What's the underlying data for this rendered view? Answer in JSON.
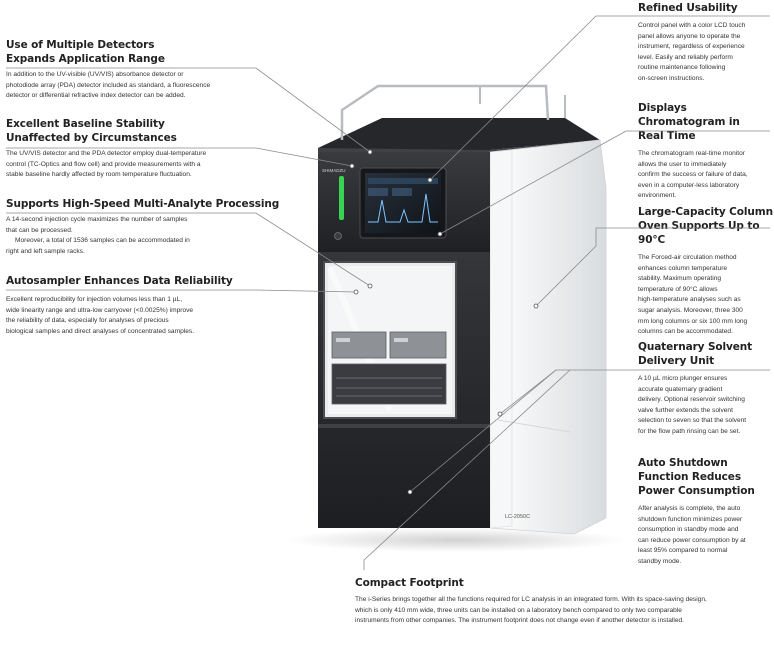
{
  "features": {
    "detectors": {
      "title": "Use of Multiple Detectors Expands Application Range",
      "lines": [
        "In addition to the UV-visible (UV/VIS) absorbance detector or",
        "photodiode array (PDA) detector included as standard, a fluorescence",
        "detector or differential refractive index detector can be added."
      ]
    },
    "baseline": {
      "title": "Excellent Baseline Stability Unaffected by Circumstances",
      "lines": [
        "The UV/VIS detector and the PDA detector employ dual-temperature",
        "control (TC-Optics and flow cell) and provide measurements with a",
        "stable baseline hardly affected by room temperature fluctuation."
      ]
    },
    "highspeed": {
      "title": "Supports High-Speed Multi-Analyte Processing",
      "lines": [
        "A 14-second injection cycle maximizes the number of samples",
        "that can be processed.",
        "Moreover, a total of 1536 samples can be accommodated in",
        "right and left sample racks."
      ]
    },
    "autosampler": {
      "title": "Autosampler Enhances Data Reliability",
      "lines": [
        "Excellent reproducibility for injection volumes less than 1 µL,",
        "wide linearity range and ultra-low carryover (<0.0025%) improve",
        "the reliability of data, especially for analyses of precious",
        "biological samples and direct analyses of concentrated samples."
      ]
    },
    "usability": {
      "title": "Refined Usability",
      "lines": [
        "Control panel with a color LCD touch",
        "panel allows anyone to operate the",
        "instrument, regardless of experience",
        "level. Easily and reliably perform",
        "routine maintenance following",
        "on-screen instructions."
      ]
    },
    "chromatogram": {
      "title": "Displays Chromatogram in Real Time",
      "lines": [
        "The chromatogram real-time monitor",
        "allows the user to immediately",
        "confirm the success or failure of data,",
        "even in a computer-less laboratory",
        "environment."
      ]
    },
    "oven": {
      "title": "Large-Capacity Column Oven Supports Up to 90°C",
      "lines": [
        "The Forced-air circulation method",
        "enhances column temperature",
        "stability. Maximum operating",
        "temperature of 90°C allows",
        "high-temperature analyses such as",
        "sugar analysis. Moreover, three 300",
        "mm long columns or six 100 mm long",
        "columns can be accommodated."
      ]
    },
    "solvent": {
      "title": "Quaternary Solvent Delivery Unit",
      "lines": [
        "A 10 µL micro plunger ensures",
        "accurate quaternary gradient",
        "delivery. Optional reservoir switching",
        "valve further extends the solvent",
        "selection to seven so that the solvent",
        "for the flow path rinsing can be set."
      ]
    },
    "shutdown": {
      "title": "Auto Shutdown Function Reduces Power Consumption",
      "lines": [
        "After analysis is complete, the auto",
        "shutdown function minimizes power",
        "consumption in standby mode and",
        "can reduce power consumption by at",
        "least 95% compared to normal",
        "standby mode."
      ]
    },
    "footprint": {
      "title": "Compact Footprint",
      "lines": [
        "The i-Series brings together all the functions required for LC analysis in an integrated form. With its space-saving design,",
        "which is only 410 mm wide, three units can be installed on a laboratory bench compared to only two comparable",
        "instruments from other companies. The instrument footprint does not change even if another detector is installed."
      ]
    }
  },
  "instrument": {
    "brand": "SHIMADZU",
    "model": "LC-2050C"
  },
  "colors": {
    "callout_line": "#8a8a8a",
    "status_led": "#39d353",
    "body_dark": "#2a2b2e",
    "body_light": "#eef0f2"
  }
}
